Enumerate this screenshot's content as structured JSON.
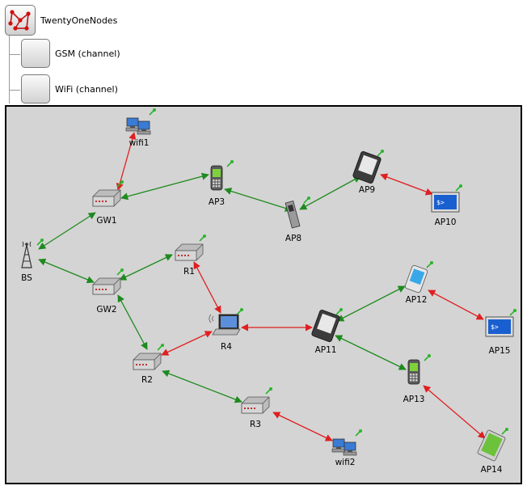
{
  "tree": {
    "root": {
      "label": "TwentyOneNodes",
      "icon": "network-graph-icon"
    },
    "children": [
      {
        "label": "GSM (channel)",
        "icon": "channel-icon"
      },
      {
        "label": "WiFi (channel)",
        "icon": "channel-icon"
      }
    ]
  },
  "network": {
    "nodes": [
      {
        "id": "wifi1",
        "label": "wifi1",
        "kind": "workstations"
      },
      {
        "id": "GW1",
        "label": "GW1",
        "kind": "router"
      },
      {
        "id": "AP3",
        "label": "AP3",
        "kind": "phone"
      },
      {
        "id": "AP8",
        "label": "AP8",
        "kind": "flip-phone"
      },
      {
        "id": "AP9",
        "label": "AP9",
        "kind": "pda"
      },
      {
        "id": "AP10",
        "label": "AP10",
        "kind": "terminal"
      },
      {
        "id": "BS",
        "label": "BS",
        "kind": "antenna"
      },
      {
        "id": "GW2",
        "label": "GW2",
        "kind": "router"
      },
      {
        "id": "R1",
        "label": "R1",
        "kind": "router"
      },
      {
        "id": "R4",
        "label": "R4",
        "kind": "laptop"
      },
      {
        "id": "R2",
        "label": "R2",
        "kind": "router"
      },
      {
        "id": "R3",
        "label": "R3",
        "kind": "router"
      },
      {
        "id": "wifi2",
        "label": "wifi2",
        "kind": "workstations"
      },
      {
        "id": "AP11",
        "label": "AP11",
        "kind": "pda"
      },
      {
        "id": "AP12",
        "label": "AP12",
        "kind": "pocket-pc"
      },
      {
        "id": "AP13",
        "label": "AP13",
        "kind": "phone"
      },
      {
        "id": "AP14",
        "label": "AP14",
        "kind": "tablet"
      },
      {
        "id": "AP15",
        "label": "AP15",
        "kind": "terminal"
      }
    ],
    "links": [
      {
        "from": "wifi1",
        "to": "GW1",
        "channel": "WiFi"
      },
      {
        "from": "GW1",
        "to": "AP3",
        "channel": "GSM"
      },
      {
        "from": "AP3",
        "to": "AP8",
        "channel": "GSM"
      },
      {
        "from": "AP8",
        "to": "AP9",
        "channel": "GSM"
      },
      {
        "from": "AP9",
        "to": "AP10",
        "channel": "WiFi"
      },
      {
        "from": "BS",
        "to": "GW1",
        "channel": "GSM"
      },
      {
        "from": "BS",
        "to": "GW2",
        "channel": "GSM"
      },
      {
        "from": "GW2",
        "to": "R1",
        "channel": "GSM"
      },
      {
        "from": "GW2",
        "to": "R2",
        "channel": "GSM"
      },
      {
        "from": "R1",
        "to": "R4",
        "channel": "WiFi"
      },
      {
        "from": "R4",
        "to": "R2",
        "channel": "WiFi"
      },
      {
        "from": "R4",
        "to": "AP11",
        "channel": "WiFi"
      },
      {
        "from": "R2",
        "to": "R3",
        "channel": "GSM"
      },
      {
        "from": "R3",
        "to": "wifi2",
        "channel": "WiFi"
      },
      {
        "from": "AP11",
        "to": "AP12",
        "channel": "GSM"
      },
      {
        "from": "AP11",
        "to": "AP13",
        "channel": "GSM"
      },
      {
        "from": "AP12",
        "to": "AP15",
        "channel": "WiFi"
      },
      {
        "from": "AP13",
        "to": "AP14",
        "channel": "WiFi"
      }
    ],
    "colors": {
      "GSM": "#1e8a1e",
      "WiFi": "#e01f1f",
      "canvas_bg": "#d4d4d4",
      "marker": "#2bb52b"
    }
  }
}
